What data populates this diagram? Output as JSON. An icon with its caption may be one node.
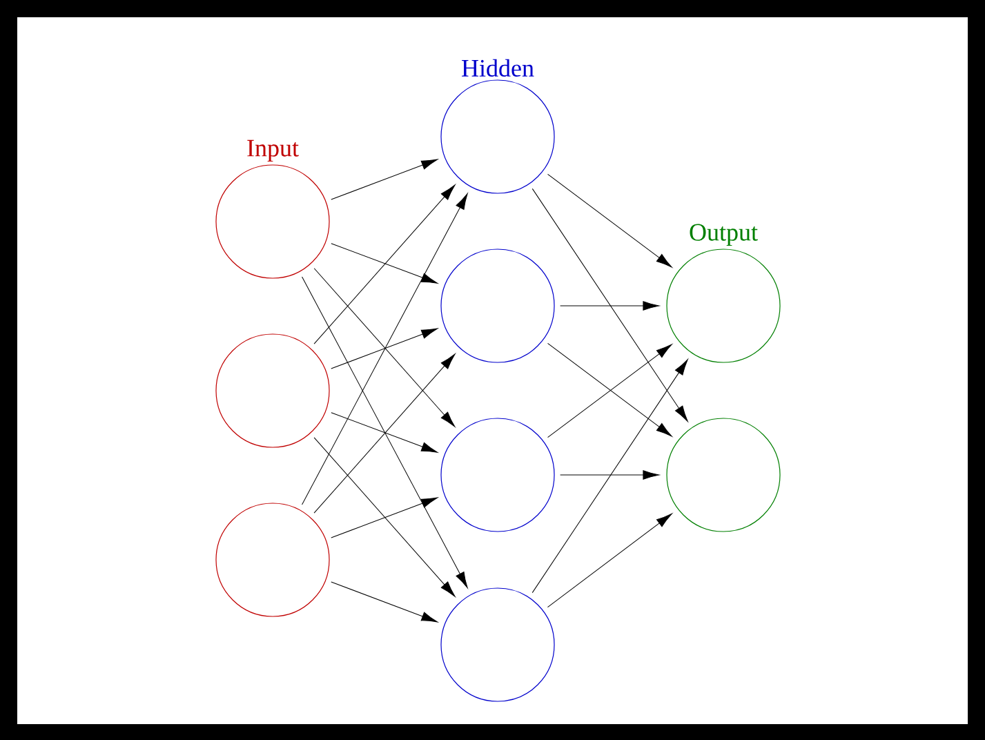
{
  "diagram": {
    "nodes": [
      {
        "text": [
          "Input"
        ]
      },
      {
        "text": [],
        "shape": "circle"
      },
      {
        "text": [],
        "shape": "circle"
      },
      {
        "text": [
          "Hidden"
        ]
      },
      {
        "text": [],
        "shape": "circle"
      },
      {
        "text": [],
        "shape": "circle"
      },
      {
        "text": [],
        "shape": "circle"
      },
      {
        "text": [
          "Output"
        ]
      },
      {
        "text": [],
        "shape": "circle"
      }
    ],
    "edges": [
      {
        "from": 0,
        "to": 3,
        "arrow": "to"
      },
      {
        "from": 0,
        "to": 4,
        "arrow": "to"
      },
      {
        "from": 0,
        "to": 5,
        "arrow": "to"
      },
      {
        "from": 0,
        "to": 6,
        "arrow": "to"
      },
      {
        "from": 1,
        "to": 3,
        "arrow": "to"
      },
      {
        "from": 1,
        "to": 4,
        "arrow": "to"
      },
      {
        "from": 1,
        "to": 5,
        "arrow": "to"
      },
      {
        "from": 1,
        "to": 6,
        "arrow": "to"
      },
      {
        "from": 2,
        "to": 3,
        "arrow": "to"
      },
      {
        "from": 2,
        "to": 4,
        "arrow": "to"
      },
      {
        "from": 2,
        "to": 5,
        "arrow": "to"
      },
      {
        "from": 2,
        "to": 6,
        "arrow": "to"
      },
      {
        "from": 3,
        "to": 7,
        "arrow": "to"
      },
      {
        "from": 3,
        "to": 8,
        "arrow": "to"
      },
      {
        "from": 4,
        "to": 7,
        "arrow": "to"
      },
      {
        "from": 4,
        "to": 8,
        "arrow": "to"
      },
      {
        "from": 5,
        "to": 7,
        "arrow": "to"
      },
      {
        "from": 5,
        "to": 8,
        "arrow": "to"
      },
      {
        "from": 6,
        "to": 7,
        "arrow": "to"
      },
      {
        "from": 6,
        "to": 8,
        "arrow": "to"
      }
    ]
  }
}
